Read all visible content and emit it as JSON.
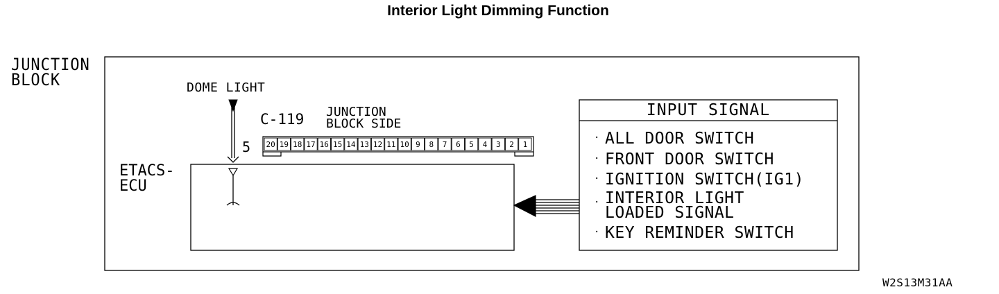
{
  "title": "Interior Light Dimming Function",
  "labels": {
    "junction_block": "JUNCTION\nBLOCK",
    "dome_light": "DOME LIGHT",
    "connector_id": "C-119",
    "junction_block_side": "JUNCTION\nBLOCK SIDE",
    "pin_number": "5",
    "etacs_ecu": "ETACS-\nECU",
    "figure_code": "W2S13M31AA"
  },
  "connector_pins": [
    "20",
    "19",
    "18",
    "17",
    "16",
    "15",
    "14",
    "13",
    "12",
    "11",
    "10",
    "9",
    "8",
    "7",
    "6",
    "5",
    "4",
    "3",
    "2",
    "1"
  ],
  "input_signal": {
    "heading": "INPUT SIGNAL",
    "items": [
      "ALL DOOR SWITCH",
      "FRONT DOOR SWITCH",
      "IGNITION SWITCH(IG1)",
      "INTERIOR LIGHT\nLOADED SIGNAL",
      "KEY REMINDER SWITCH"
    ]
  }
}
